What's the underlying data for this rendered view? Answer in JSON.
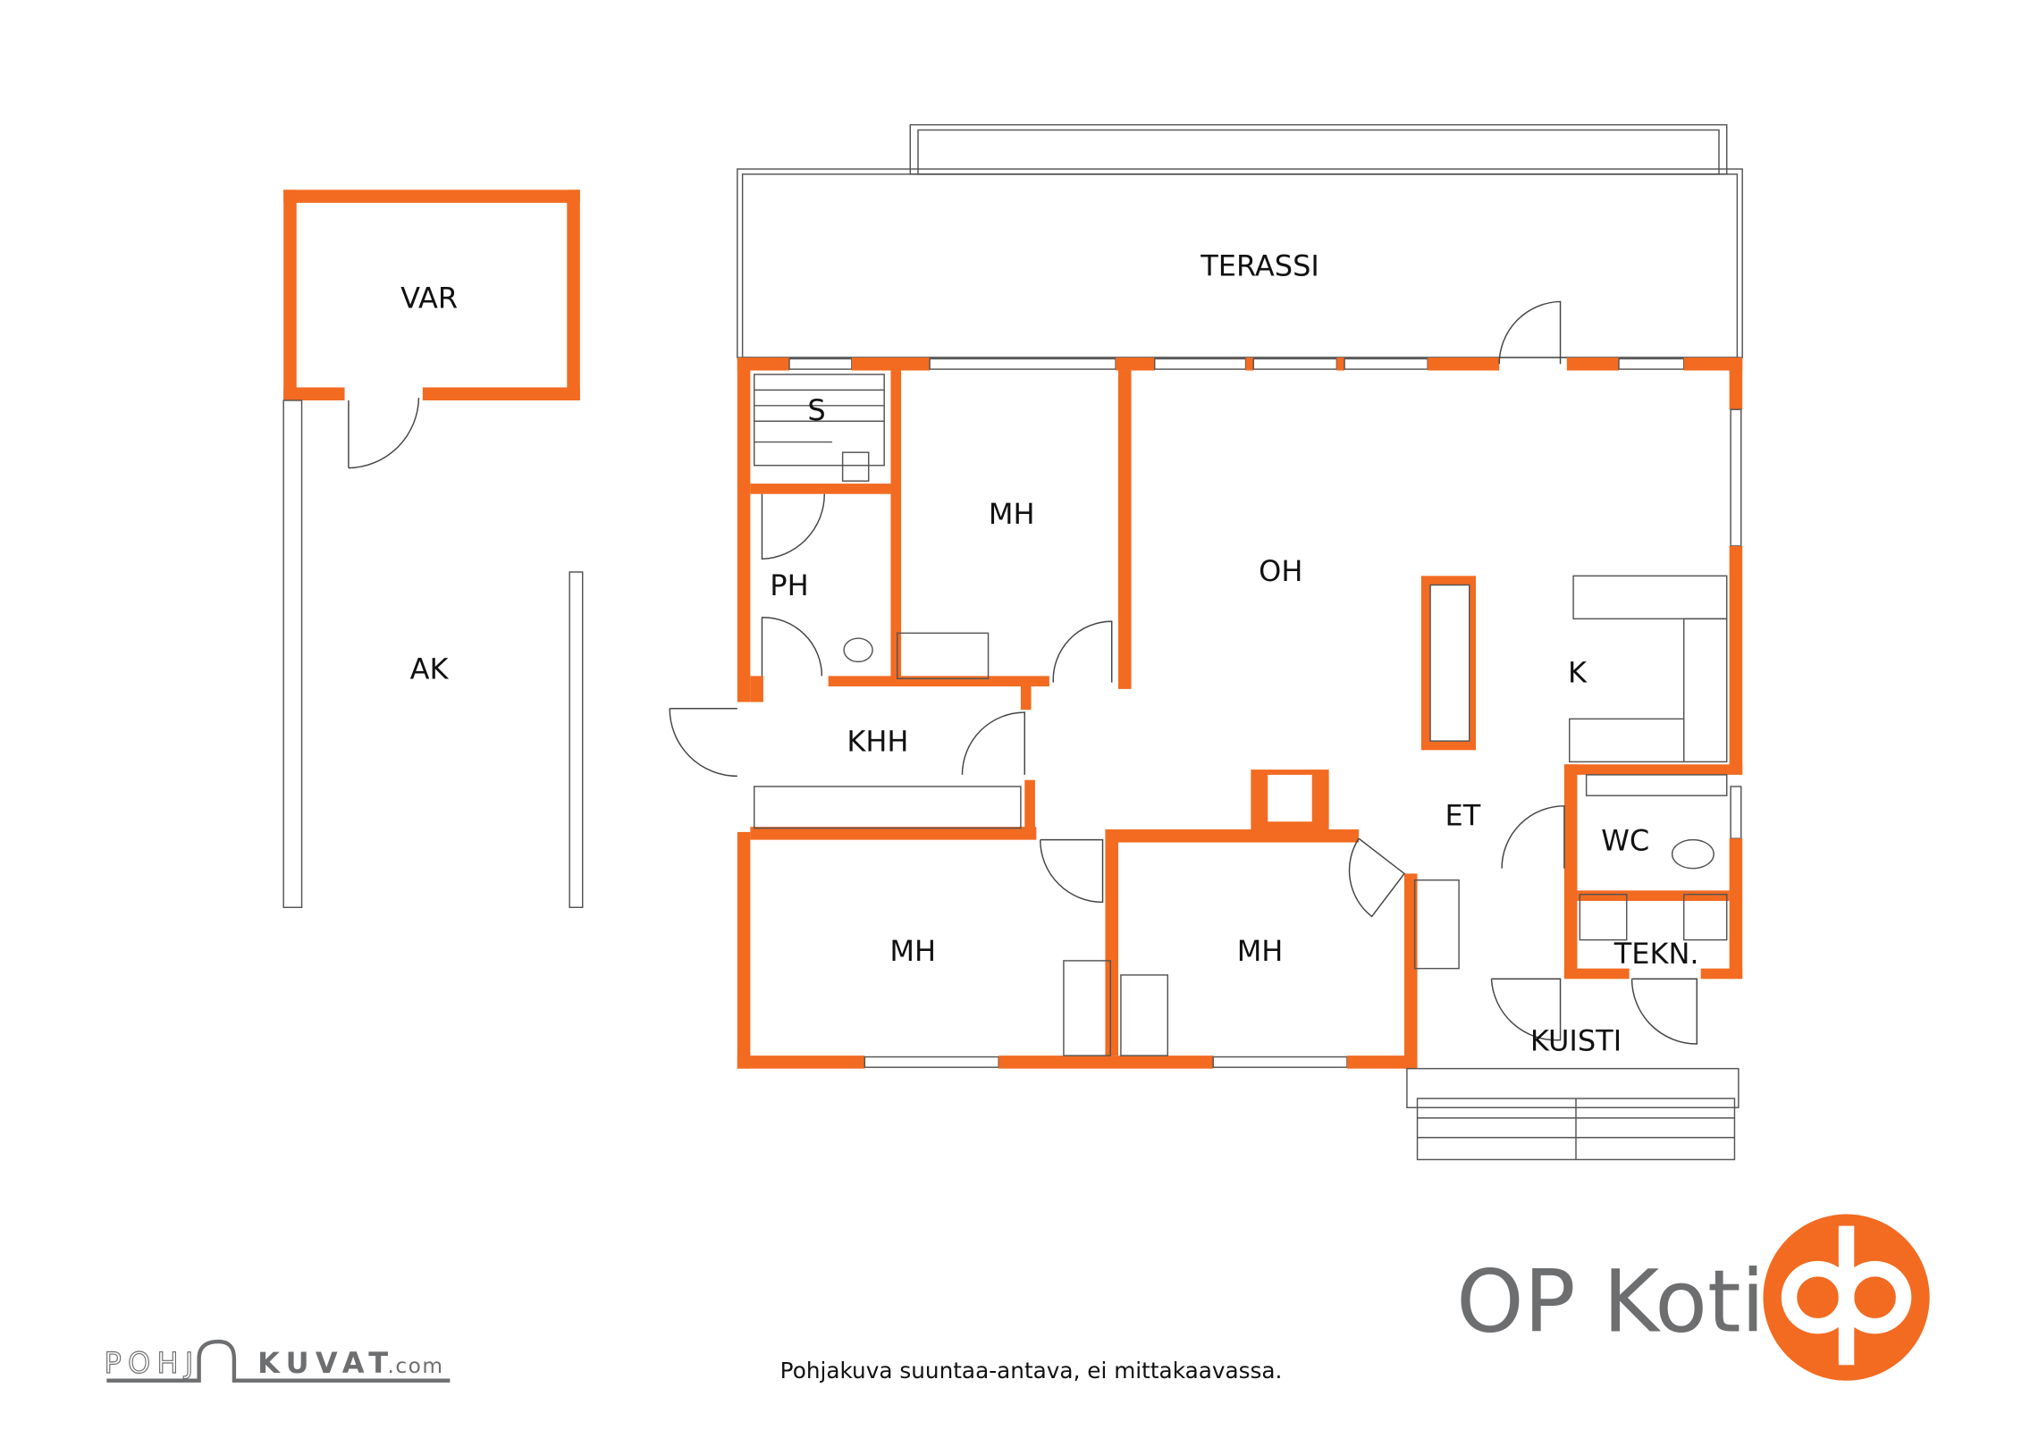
{
  "rooms": {
    "terassi": "TERASSI",
    "var": "VAR",
    "ak": "AK",
    "s": "S",
    "ph": "PH",
    "mh1": "MH",
    "oh": "OH",
    "k": "K",
    "khh": "KHH",
    "et": "ET",
    "wc": "WC",
    "mh2": "MH",
    "mh3": "MH",
    "tekn": "TEKN.",
    "kuisti": "KUISTI"
  },
  "footer": {
    "disclaimer": "Pohjakuva suuntaa-antava, ei mittakaavassa.",
    "pohjakuvat_logo_left": "POHJ",
    "pohjakuvat_logo_right": "KUVAT",
    "pohjakuvat_logo_suffix": ".com",
    "op_koti_logo": "OP Koti"
  },
  "colors": {
    "wall": "#f26b21",
    "logo_grey": "#6d6e70"
  }
}
